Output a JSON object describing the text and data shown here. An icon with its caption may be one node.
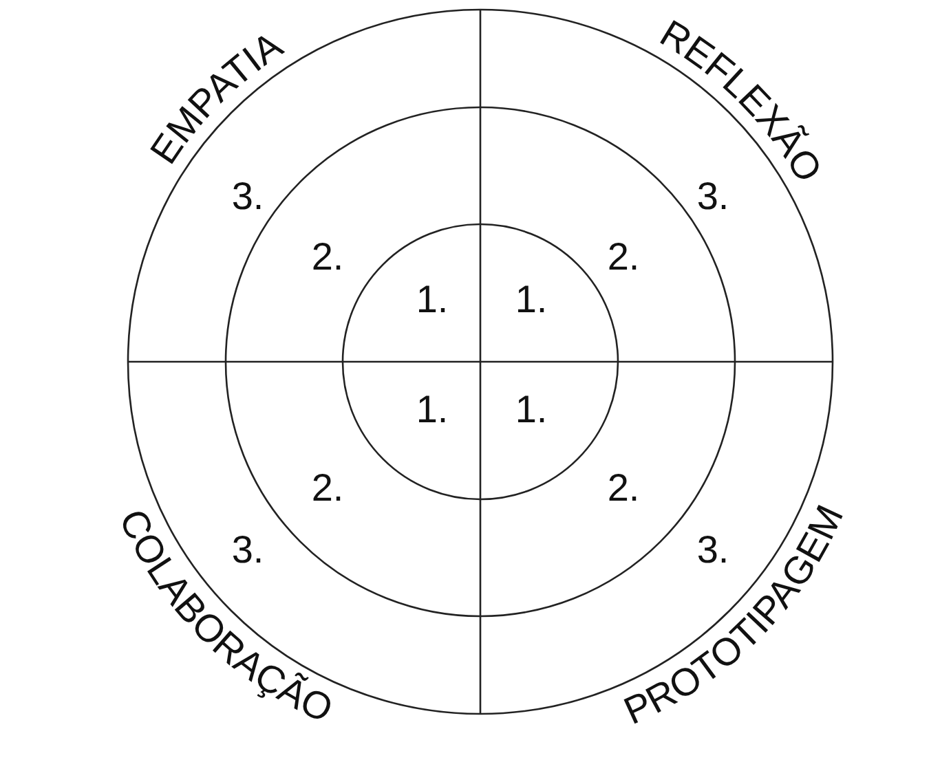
{
  "diagram": {
    "labels": [
      "EMPATIA",
      "REFLEXÃO",
      "3.",
      "3.",
      "2.",
      "2.",
      "1.",
      "1.",
      "1.",
      "1.",
      "COLABORAÇÃO",
      "2.",
      "2.",
      "3.",
      "3.",
      "PROTOTIPAGEM"
    ]
  }
}
